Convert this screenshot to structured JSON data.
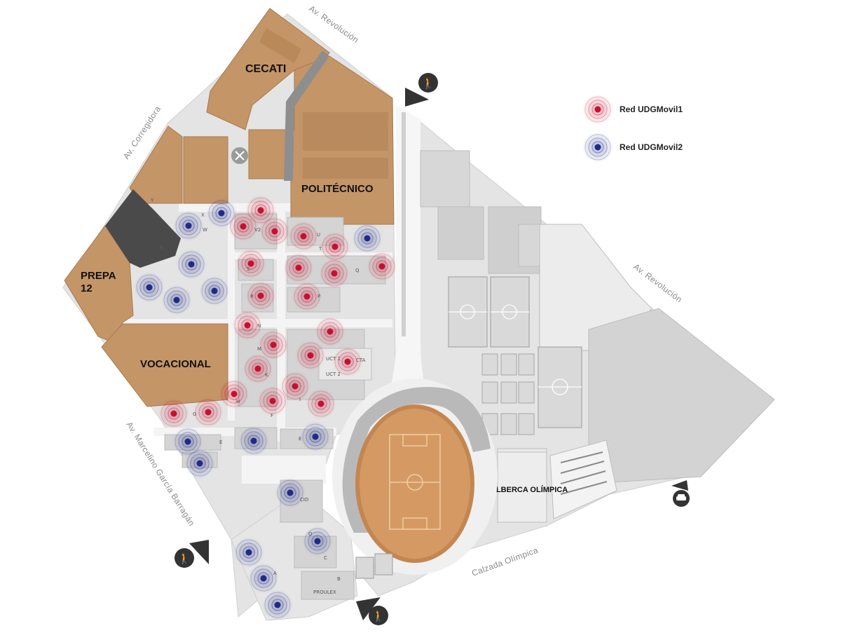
{
  "zones": {
    "cecati": "CECATI",
    "politecnico": "POLITÉCNICO",
    "prepa_line1": "PREPA",
    "prepa_line2": "12",
    "vocacional": "VOCACIONAL",
    "alberca": "ALBERCA OLÍMPICA"
  },
  "streets": {
    "revolucion_top": "Av. Revolución",
    "revolucion_right": "Av. Revolución",
    "corregidora": "Av. Corregidora",
    "marcelino": "Av. Marcelino García Barragán",
    "calzada": "Calzada Olímpica"
  },
  "legend": {
    "network1": "Red UDGMovil1",
    "network2": "Red UDGMovil2"
  },
  "colors": {
    "network1": "#c8102e",
    "network2": "#1f2a8a",
    "building_tan": "#c49567",
    "campus_gray": "#e3e3e3",
    "field_orange": "#d59a63"
  },
  "building_letters": {
    "x": "X",
    "w": "W",
    "y": "Y",
    "b": "B",
    "v2": "V2",
    "u": "U",
    "t": "T",
    "q": "Q",
    "s": "S",
    "r": "R",
    "p": "P",
    "n": "N",
    "m": "M",
    "k": "K",
    "i": "I",
    "h": "H",
    "g": "G",
    "f": "F",
    "e1": "E",
    "e2": "E",
    "cid": "CID",
    "o": "O",
    "c": "C",
    "b2": "B",
    "a": "A",
    "uct1": "UCT 1",
    "uct2": "UCT 2",
    "cta": "CTA",
    "proulex": "PROULEX"
  },
  "access_icons": [
    "walk-icon",
    "walk-icon",
    "walk-icon",
    "walk-icon",
    "car-icon"
  ],
  "restaurant_icon": "fork-knife-icon"
}
